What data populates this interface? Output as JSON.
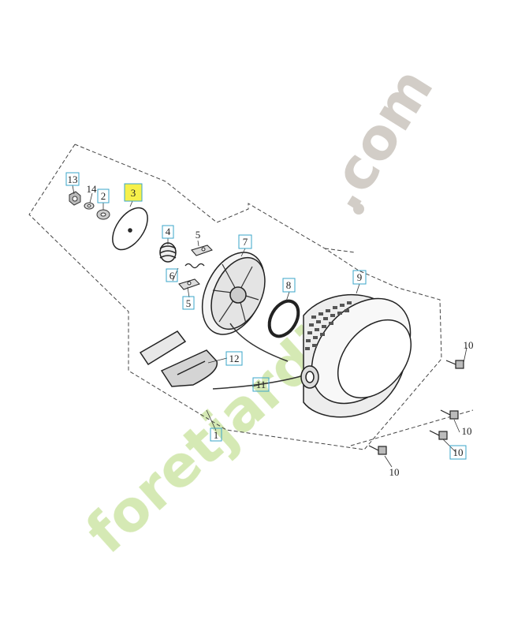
{
  "callouts": {
    "c13": "13",
    "c14": "14",
    "c2": "2",
    "c3": "3",
    "c4": "4",
    "c5a": "5",
    "c5b": "5",
    "c6": "6",
    "c7": "7",
    "c8": "8",
    "c9": "9",
    "c12": "12",
    "c11": "11",
    "c1": "1",
    "c10a": "10",
    "c10b": "10",
    "c10c": "10",
    "c10d": "10"
  },
  "highlight_color": "#f6f04a",
  "box_color": "#3aa5c8",
  "watermark": {
    "text_main": "foretjardin",
    "text_tld": ".com",
    "green": "#d3e8b0",
    "orange": "#f7c98a",
    "grey": "#d0cbc4"
  }
}
